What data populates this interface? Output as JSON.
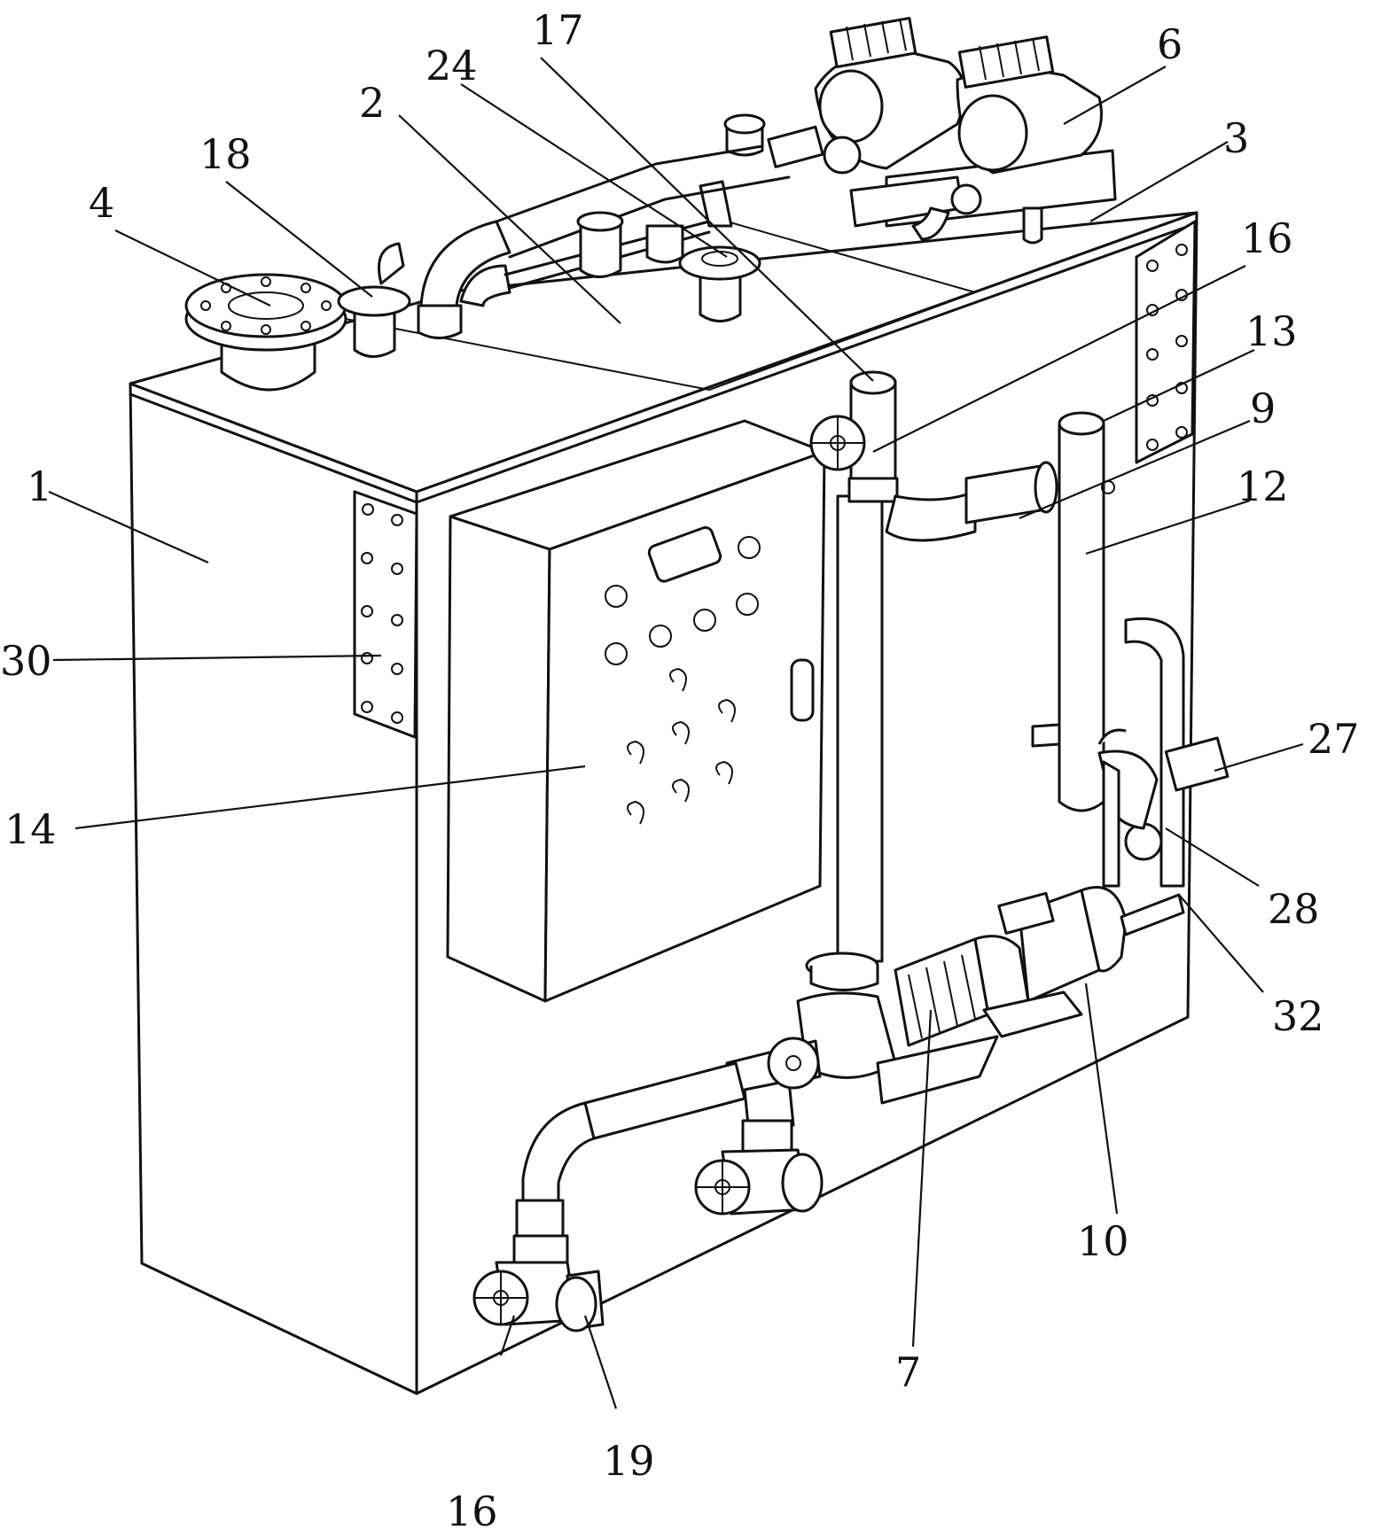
{
  "labels": {
    "l1": "1",
    "l2": "2",
    "l3": "3",
    "l4": "4",
    "l6": "6",
    "l7": "7",
    "l9": "9",
    "l10": "10",
    "l12": "12",
    "l13": "13",
    "l14": "14",
    "l16a": "16",
    "l16b": "16",
    "l17": "17",
    "l18": "18",
    "l19": "19",
    "l24": "24",
    "l27": "27",
    "l28": "28",
    "l30": "30",
    "l32": "32"
  }
}
